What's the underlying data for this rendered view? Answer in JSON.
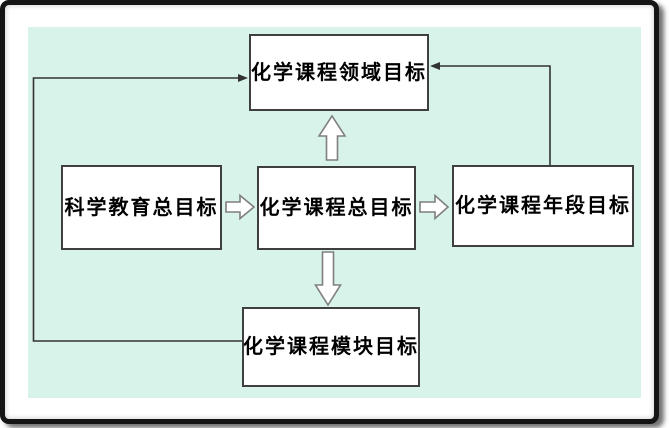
{
  "colors": {
    "panel_background": "#d8f3e9",
    "frame_border": "#141414",
    "node_fill": "#ffffff",
    "node_border": "#3f3f3f",
    "connector_line": "#333333",
    "block_arrow_fill": "#ffffff",
    "block_arrow_outline": "#7f7f7f",
    "text": "#000000"
  },
  "diagram": {
    "type": "flowchart",
    "nodes": [
      {
        "id": "science-overall-goal",
        "label": "科学教育总目标",
        "position": "middle-left"
      },
      {
        "id": "chemistry-overall-goal",
        "label": "化学课程总目标",
        "position": "middle-center"
      },
      {
        "id": "chemistry-grade-goal",
        "label": "化学课程年段目标",
        "position": "middle-right"
      },
      {
        "id": "chemistry-domain-goal",
        "label": "化学课程领域目标",
        "position": "top-center"
      },
      {
        "id": "chemistry-module-goal",
        "label": "化学课程模块目标",
        "position": "bottom-center"
      }
    ],
    "edges": [
      {
        "from": "science-overall-goal",
        "to": "chemistry-overall-goal",
        "style": "block-arrow",
        "direction": "right"
      },
      {
        "from": "chemistry-overall-goal",
        "to": "chemistry-grade-goal",
        "style": "block-arrow",
        "direction": "right"
      },
      {
        "from": "chemistry-overall-goal",
        "to": "chemistry-domain-goal",
        "style": "block-arrow",
        "direction": "up"
      },
      {
        "from": "chemistry-overall-goal",
        "to": "chemistry-module-goal",
        "style": "block-arrow",
        "direction": "down"
      },
      {
        "from": "chemistry-module-goal",
        "to": "chemistry-domain-goal",
        "style": "elbow-line-arrow",
        "route": "left-side"
      },
      {
        "from": "chemistry-grade-goal",
        "to": "chemistry-domain-goal",
        "style": "elbow-line-arrow",
        "route": "right-side"
      }
    ]
  }
}
